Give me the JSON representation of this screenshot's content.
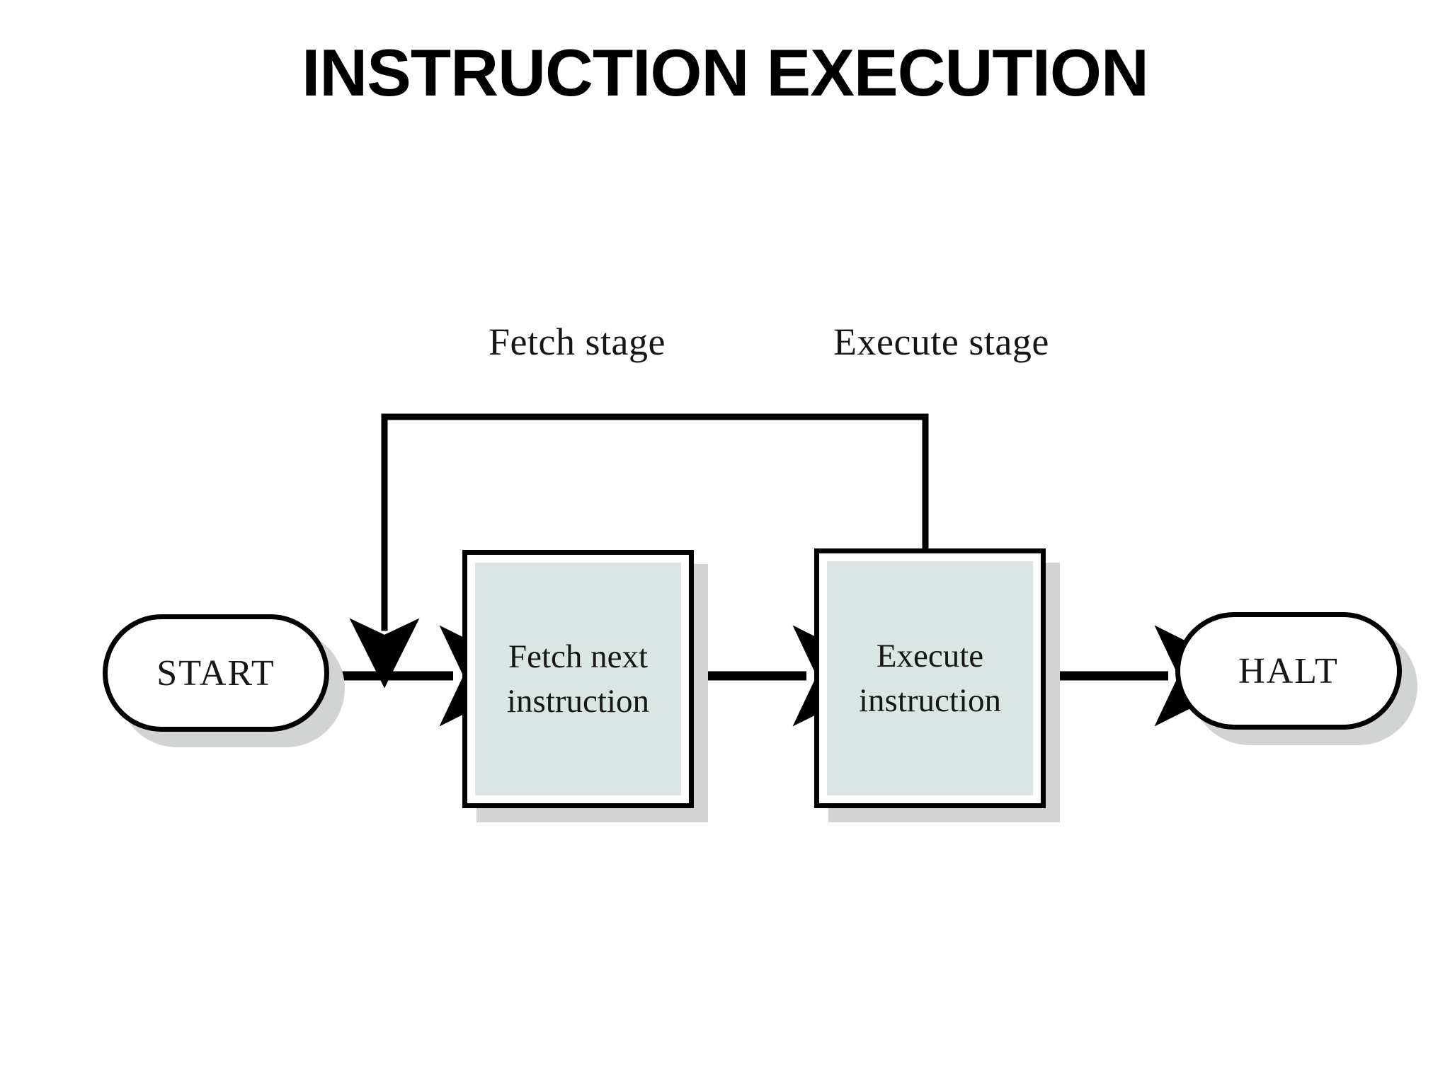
{
  "slide": {
    "title": "INSTRUCTION EXECUTION",
    "background_color": "#ffffff",
    "title_color": "#000000"
  },
  "diagram": {
    "type": "flowchart",
    "orientation": "left-to-right",
    "line_color": "#000000",
    "box_fill_color": "#dbe5e3",
    "box_border_color": "#000000",
    "shadow_color": "#d2d4d4",
    "stage_labels": [
      {
        "id": "fetch-stage",
        "text": "Fetch stage"
      },
      {
        "id": "execute-stage",
        "text": "Execute stage"
      }
    ],
    "nodes": [
      {
        "id": "start",
        "shape": "terminator",
        "text": "START"
      },
      {
        "id": "fetch",
        "shape": "process",
        "line1": "Fetch next",
        "line2": "instruction"
      },
      {
        "id": "execute",
        "shape": "process",
        "line1": "Execute",
        "line2": "instruction"
      },
      {
        "id": "halt",
        "shape": "terminator",
        "text": "HALT"
      }
    ],
    "edges": [
      {
        "id": "start-to-fetch",
        "from": "start",
        "to": "fetch",
        "style": "arrow-right"
      },
      {
        "id": "fetch-to-execute",
        "from": "fetch",
        "to": "execute",
        "style": "arrow-right"
      },
      {
        "id": "execute-to-halt",
        "from": "execute",
        "to": "halt",
        "style": "arrow-right"
      },
      {
        "id": "execute-feedback",
        "from": "execute",
        "to": "fetch",
        "style": "loop-back-arrow-down"
      }
    ]
  }
}
